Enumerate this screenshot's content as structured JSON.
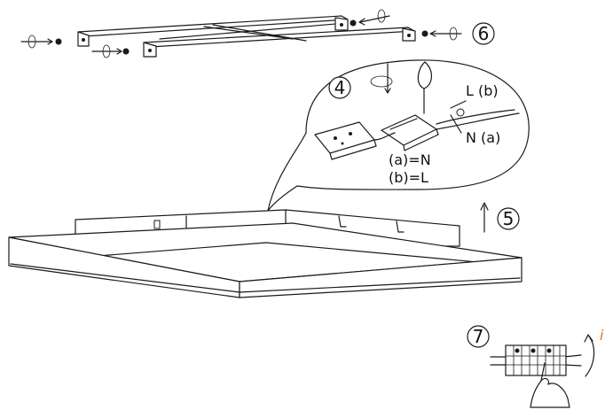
{
  "steps": {
    "four": "4",
    "five": "5",
    "six": "6",
    "seven": "7"
  },
  "wiring": {
    "live_label": "L (b)",
    "neutral_label": "N (a)",
    "legend_a": "(a)=N",
    "legend_b": "(b)=L"
  },
  "info_glyph": "i",
  "colors": {
    "line": "#1a1a1a",
    "accent": "#e07a1f"
  },
  "icons": [
    "screw-icon",
    "rotate-arrow-icon",
    "screwdriver-icon",
    "hand-icon",
    "up-arrow-icon",
    "info-icon"
  ]
}
